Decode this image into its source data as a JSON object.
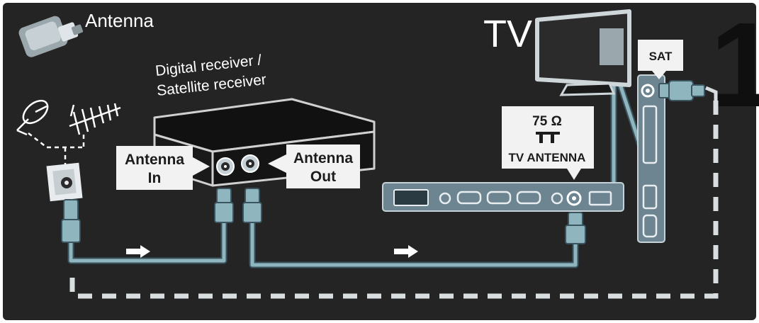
{
  "header": {
    "title": "Antenna",
    "icon": "antenna-plug-icon"
  },
  "step_number": "1",
  "tv": {
    "label": "TV"
  },
  "receiver": {
    "title_line1": "Digital receiver /",
    "title_line2": "Satellite receiver",
    "antenna_in_line1": "Antenna",
    "antenna_in_line2": "In",
    "antenna_out_line1": "Antenna",
    "antenna_out_line2": "Out"
  },
  "tv_ports": {
    "sat_label": "SAT",
    "impedance_label": "75 Ω",
    "antenna_label": "TV ANTENNA",
    "antenna_symbol": "ㅜㅡ"
  },
  "colors": {
    "background": "#242424",
    "cable": "#8fb5be",
    "cable_outline": "#3a5560",
    "port_panel": "#6d8590",
    "label_bg": "#f2f2f2",
    "dash": "#d9dfe1"
  }
}
